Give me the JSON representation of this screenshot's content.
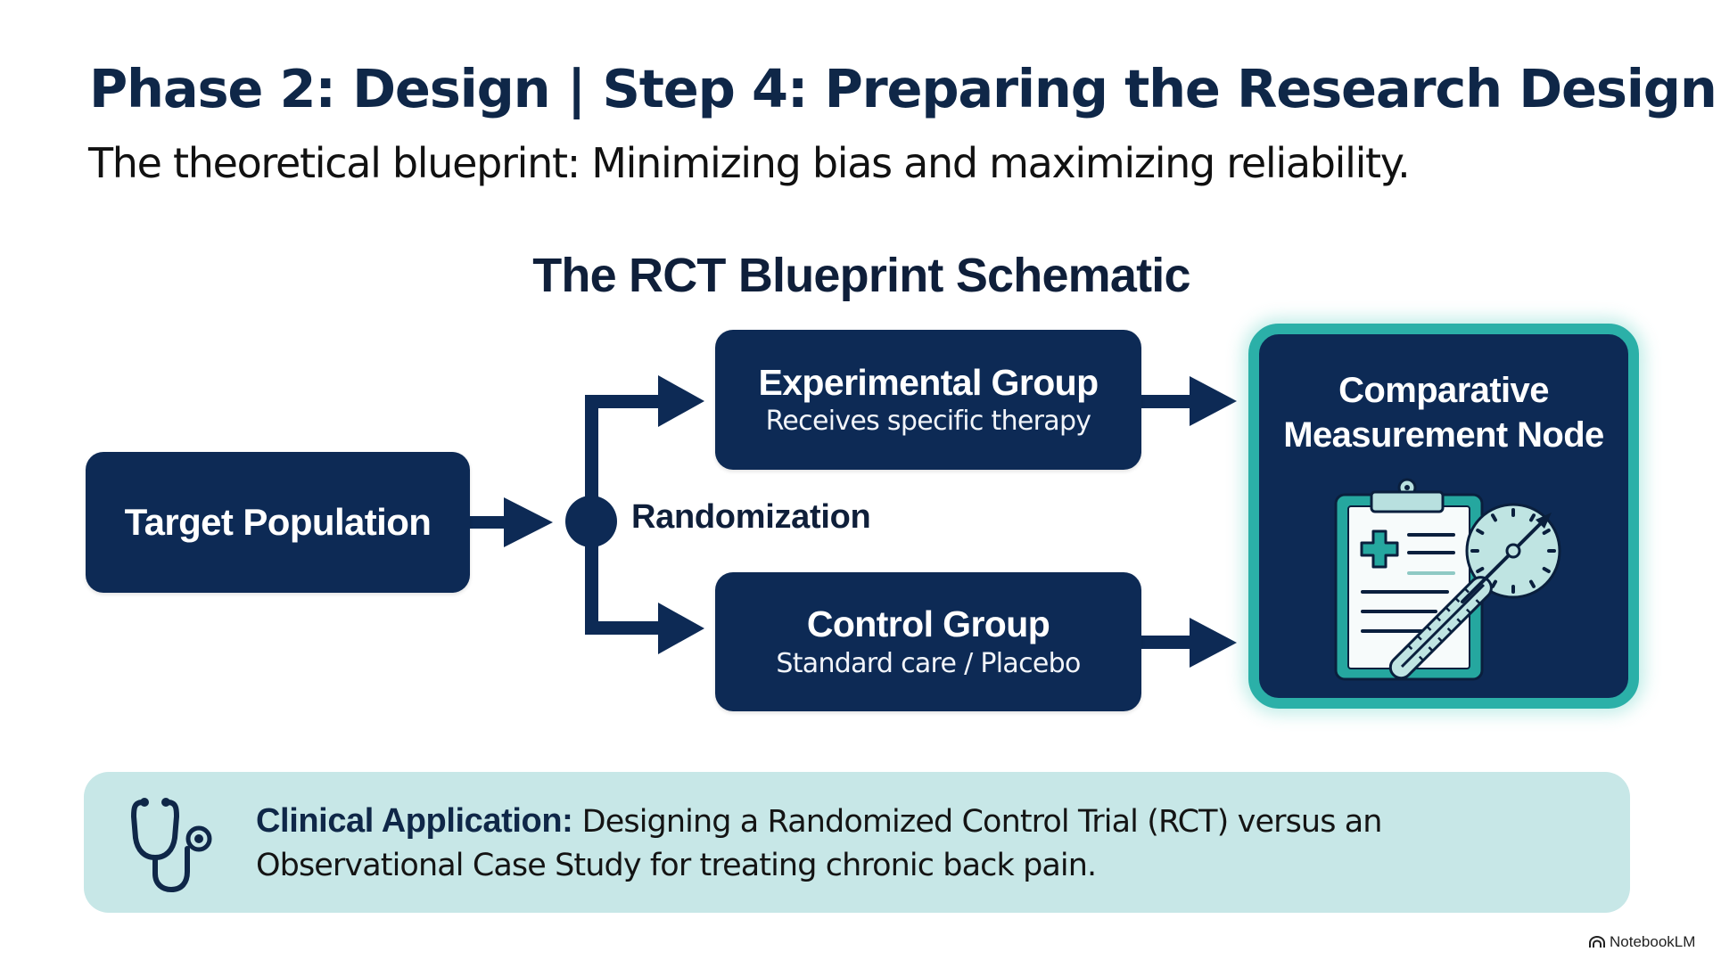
{
  "header": {
    "title": "Phase 2: Design | Step 4: Preparing the Research Design",
    "subtitle": "The theoretical blueprint: Minimizing bias and maximizing reliability."
  },
  "diagram": {
    "heading": "The RCT Blueprint Schematic",
    "nodes": {
      "target": {
        "title": "Target Population"
      },
      "experimental": {
        "title": "Experimental Group",
        "subtitle": "Receives specific therapy"
      },
      "control": {
        "title": "Control Group",
        "subtitle": "Standard care / Placebo"
      },
      "measurement": {
        "title": "Comparative Measurement Node",
        "icon": "clipboard-gauge-thermometer-icon"
      }
    },
    "junction": {
      "label": "Randomization"
    },
    "edges": [
      {
        "from": "Target Population",
        "to": "Randomization"
      },
      {
        "from": "Randomization",
        "to": "Experimental Group"
      },
      {
        "from": "Randomization",
        "to": "Control Group"
      },
      {
        "from": "Experimental Group",
        "to": "Comparative Measurement Node"
      },
      {
        "from": "Control Group",
        "to": "Comparative Measurement Node"
      }
    ]
  },
  "clinical": {
    "icon": "stethoscope-icon",
    "label": "Clinical Application:",
    "text": " Designing a Randomized Control Trial (RCT) versus an Observational Case Study for treating chronic back pain."
  },
  "brand": {
    "icon": "notebooklm-icon",
    "name": "NotebookLM"
  },
  "colors": {
    "navy": "#0d2a55",
    "heading": "#0f2748",
    "teal": "#2bb0a8",
    "panel": "#c7e7e7"
  }
}
